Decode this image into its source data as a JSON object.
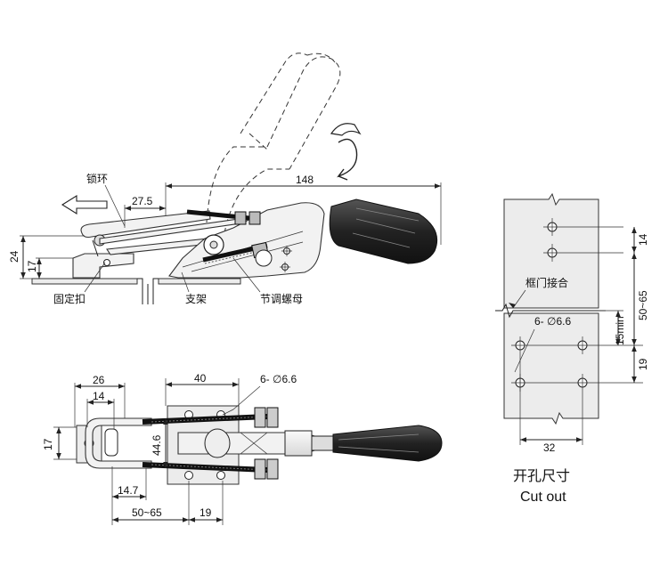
{
  "side_view": {
    "dim_148": "148",
    "dim_27_5": "27.5",
    "dim_24": "24",
    "dim_17": "17",
    "label_lock_ring": "锁环",
    "label_fixed_buckle": "固定扣",
    "label_bracket": "支架",
    "label_adjust_nut": "节调螺母"
  },
  "top_view": {
    "dim_26": "26",
    "dim_14": "14",
    "dim_40": "40",
    "dim_holes": "6- ∅6.6",
    "dim_17": "17",
    "dim_44_6": "44.6",
    "dim_14_7": "14.7",
    "dim_50_65": "50~65",
    "dim_19": "19"
  },
  "cutout": {
    "dim_14": "14",
    "label_frame_joint": "框门接合",
    "dim_50_65": "50~65",
    "dim_holes": "6- ∅6.6",
    "dim_15min": "15min",
    "dim_19": "19",
    "dim_32": "32",
    "caption_cn": "开孔尺寸",
    "caption_en": "Cut out"
  }
}
